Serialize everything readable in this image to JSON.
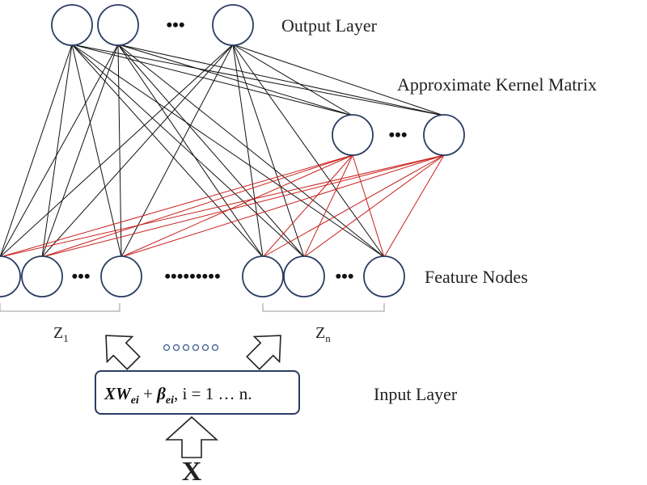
{
  "labels": {
    "output_layer": "Output Layer",
    "kernel_matrix": "Approximate Kernel Matrix",
    "feature_nodes": "Feature Nodes",
    "input_layer": "Input Layer",
    "group1": "Z",
    "group1_sub": "1",
    "groupn": "Z",
    "groupn_sub": "n",
    "input_symbol": "X"
  },
  "equation": {
    "part1": "XW",
    "part1_sub": "ei",
    "part2": " + ",
    "part3": "β",
    "part3_sub": "ei",
    "part4": ", i = 1 … n."
  },
  "ellipsis": {
    "short": "•••",
    "long": "•••••••••"
  },
  "colors": {
    "node_stroke": "#2b3d63",
    "black_edge": "#111111",
    "red_edge": "#c8201b"
  }
}
